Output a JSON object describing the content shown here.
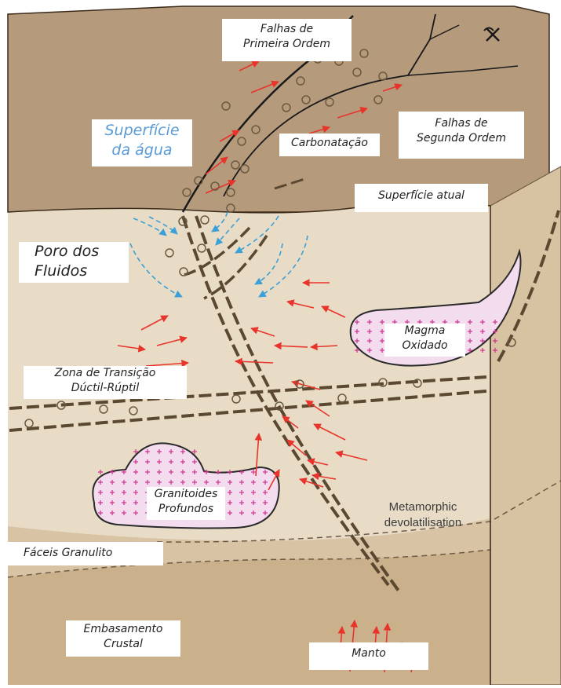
{
  "labels": {
    "first_order_faults": [
      "Falhas de",
      "Primeira Ordem"
    ],
    "water_surface": [
      "Superfície",
      "da água"
    ],
    "carbonation": "Carbonatação",
    "second_order_faults": [
      "Falhas de",
      "Segunda Ordem"
    ],
    "current_surface": "Superfície atual",
    "fluid_pore": [
      "Poro dos",
      "Fluidos"
    ],
    "oxidized_magma": [
      "Magma",
      "Oxidado"
    ],
    "transition_zone": [
      "Zona de Transição",
      "Dúctil-Rúptil"
    ],
    "deep_granitoids": [
      "Granitoides",
      "Profundos"
    ],
    "metamorphic": [
      "Metamorphic",
      "devolatilisation"
    ],
    "granulite_facies": "Fáceis Granulito",
    "crustal_basement": [
      "Embasamento",
      "Crustal"
    ],
    "mantle": "Manto"
  },
  "colors": {
    "top_surface": "#b69a7c",
    "upper_crust": "#e9dcc7",
    "mid_crust": "#e2d2b9",
    "lower_crust": "#d8c3a4",
    "basement": "#cbb08c",
    "side_face": "#d7c2a2",
    "fault": "#1a1a1a",
    "fault_dash": "#5a4830",
    "red_arrow": "#e8342a",
    "blue_arrow": "#3aa0d8",
    "magma_fill": "#f3dcee",
    "magma_cross": "#d0308f"
  },
  "icons": {
    "mine": "pick-and-hammer-icon"
  }
}
